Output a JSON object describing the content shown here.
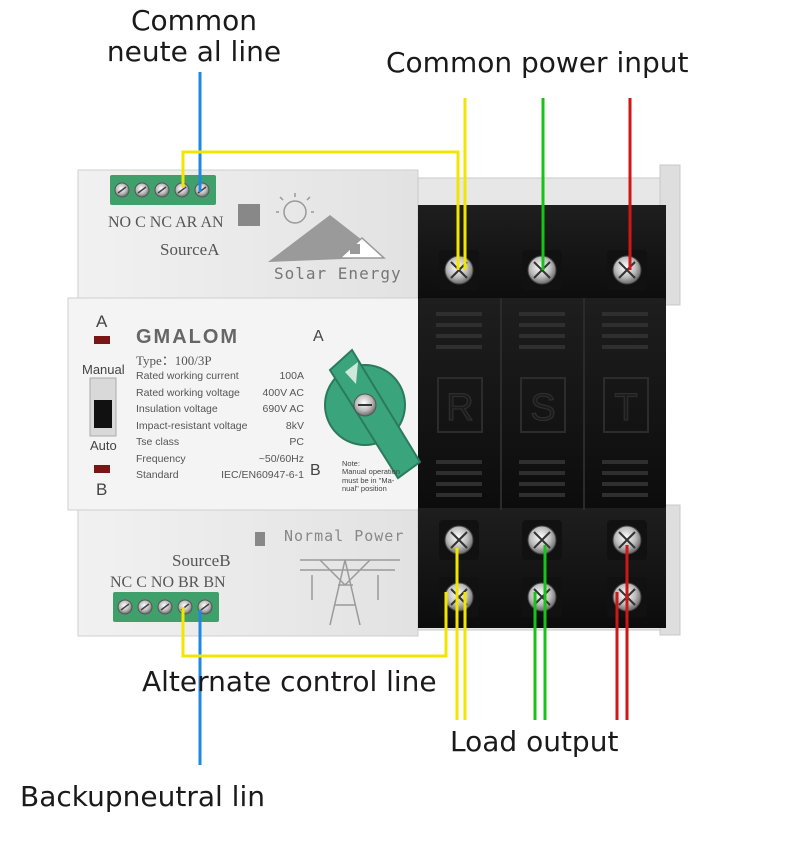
{
  "callouts": {
    "common_neutral": "Common\nneute al line",
    "common_power": "Common power input",
    "alternate_control": "Alternate control line",
    "load_output": "Load output",
    "backup_neutral": "Backupneutral lin"
  },
  "device": {
    "brand": "GMALOM",
    "type": "Type：100/3P",
    "specs": [
      {
        "label": "Rated working current",
        "value": "100A"
      },
      {
        "label": "Rated working voltage",
        "value": "400V AC"
      },
      {
        "label": "Insulation voltage",
        "value": "690V AC"
      },
      {
        "label": "Impact-resistant voltage",
        "value": "8kV"
      },
      {
        "label": "Tse class",
        "value": "PC"
      },
      {
        "label": "Frequency",
        "value": "~50/60Hz"
      },
      {
        "label": "Standard",
        "value": "IEC/EN60947-6-1"
      }
    ],
    "source_a": {
      "terminals": "NO C NC AR AN",
      "label": "SourceA",
      "energy_label": "Solar Energy"
    },
    "source_b": {
      "terminals": "NC C NO BR BN",
      "label": "SourceB",
      "energy_label": "Normal Power"
    },
    "indicator_a": "A",
    "indicator_b": "B",
    "manual_label": "Manual",
    "auto_label": "Auto",
    "switch_a": "A",
    "switch_b": "B",
    "phases": [
      "R",
      "S",
      "T"
    ],
    "note": "Note:\nManual operation\nmust be in \"Ma-\nnual\" position"
  },
  "colors": {
    "neutral_wire": "#1e88e5",
    "control_wire": "#f2e600",
    "phase_green": "#19c219",
    "phase_red": "#d01616",
    "housing": "#ececec",
    "terminal_block": "#3fa06c",
    "handle": "#3aa57c"
  }
}
